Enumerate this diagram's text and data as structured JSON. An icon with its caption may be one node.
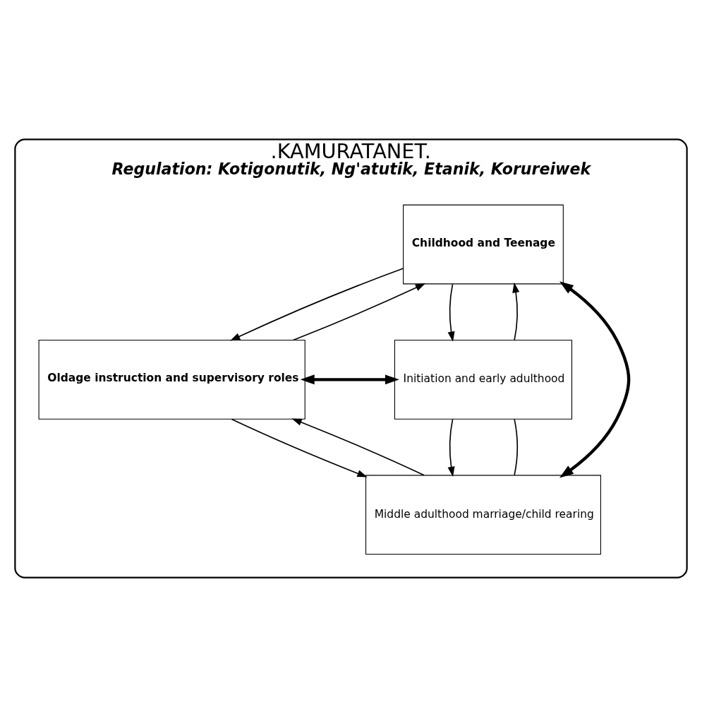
{
  "diagram": {
    "nodes": [
      {
        "text": [
          ".KAMURATANET.",
          "Regulation: Kotigonutik, Ng'atutik, Etanik, Korureiwek"
        ]
      },
      {
        "text": [
          "Childhood and Teenage"
        ],
        "in": 0
      },
      {
        "text": [
          "Oldage instruction and supervisory roles"
        ],
        "in": 0
      },
      {
        "text": [
          "Initiation and early adulthood"
        ],
        "in": 0
      },
      {
        "text": [
          "Middle adulthood marriage/child rearing"
        ],
        "in": 0
      }
    ],
    "edges": [
      {
        "from": 1,
        "to": 3,
        "arrow": "to"
      },
      {
        "from": 3,
        "to": 1,
        "arrow": "to"
      },
      {
        "from": 3,
        "to": 4,
        "arrow": "to"
      },
      {
        "from": 3,
        "to": 4,
        "arrow": "none"
      },
      {
        "from": 2,
        "to": 4,
        "arrow": "to"
      },
      {
        "from": 4,
        "to": 2,
        "arrow": "to"
      },
      {
        "from": 2,
        "to": 1,
        "arrow": "to"
      },
      {
        "from": 1,
        "to": 2,
        "arrow": "to"
      },
      {
        "from": 1,
        "to": 4,
        "arrow": "both",
        "style": "thick"
      },
      {
        "from": 2,
        "to": 3,
        "arrow": "both",
        "style": "thick"
      }
    ]
  }
}
